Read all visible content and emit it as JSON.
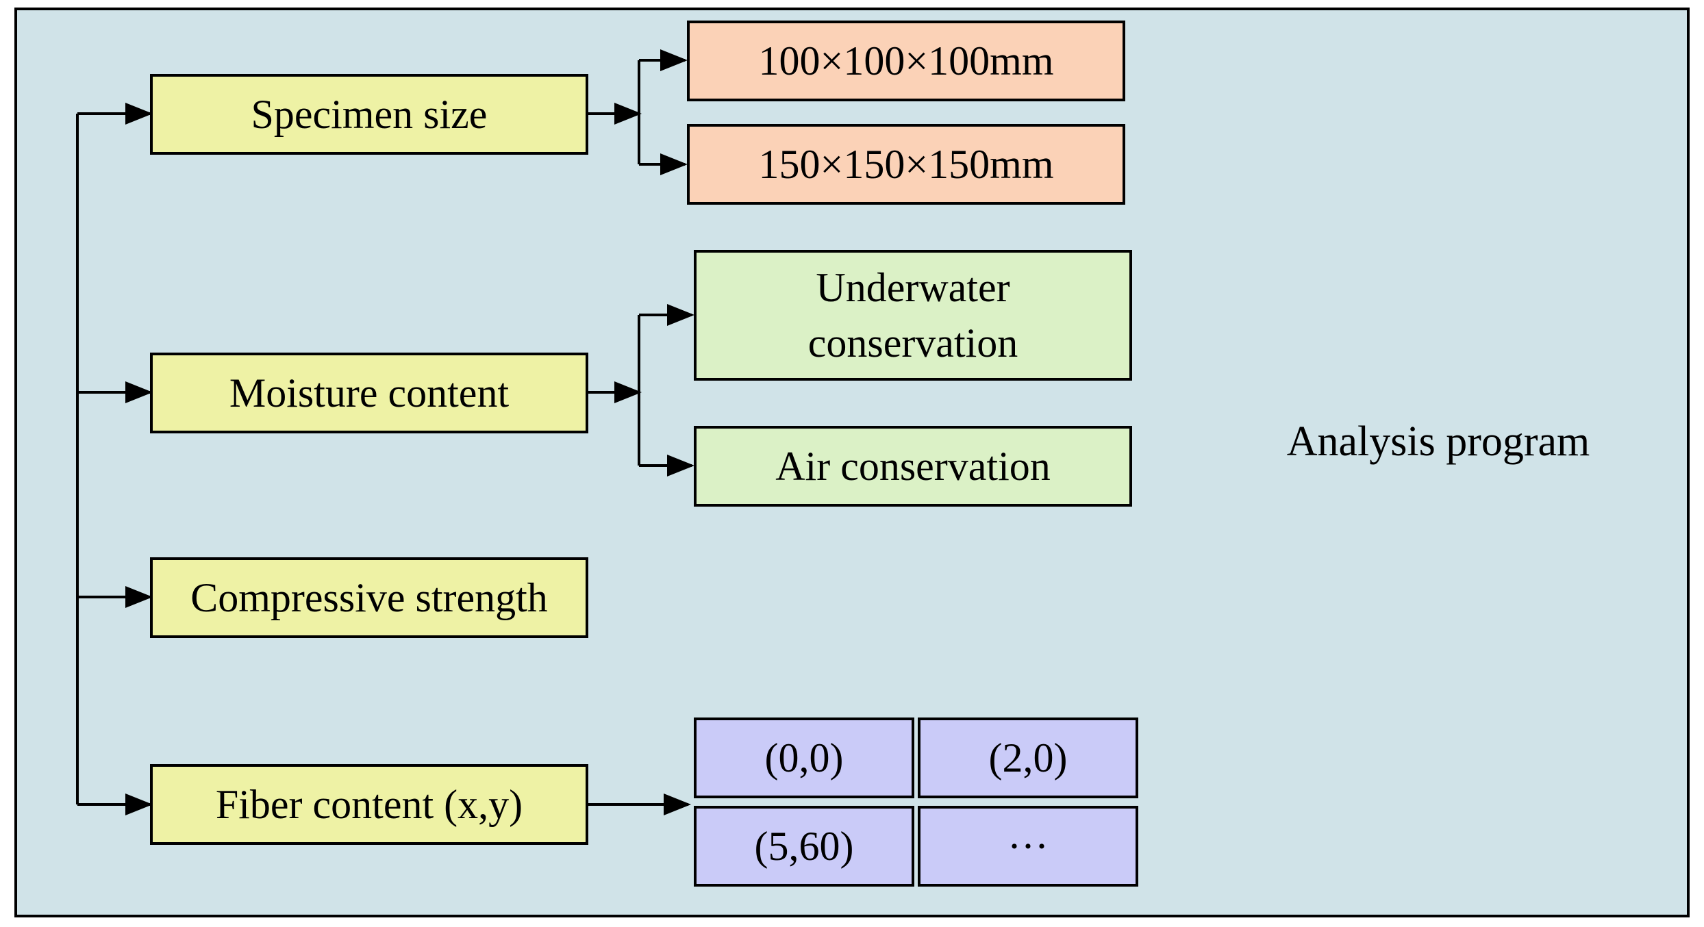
{
  "diagram": {
    "parameters": {
      "specimen_size": "Specimen size",
      "moisture_content": "Moisture content",
      "compressive_strength": "Compressive strength",
      "fiber_content": "Fiber content (x,y)"
    },
    "specimen_sizes": [
      "100×100×100mm",
      "150×150×150mm"
    ],
    "moisture_conditions": {
      "underwater_line1": "Underwater",
      "underwater_line2": "conservation",
      "air": "Air conservation"
    },
    "fiber_values": [
      "(0,0)",
      "(2,0)",
      "(5,60)",
      "···"
    ],
    "caption": "Analysis program"
  },
  "colors": {
    "background": "#d0e3e8",
    "parameter_box": "#eef2a5",
    "size_box": "#fbd2b7",
    "moisture_box": "#dbf1c6",
    "fiber_box": "#cacbf8",
    "lines": "#000000"
  }
}
